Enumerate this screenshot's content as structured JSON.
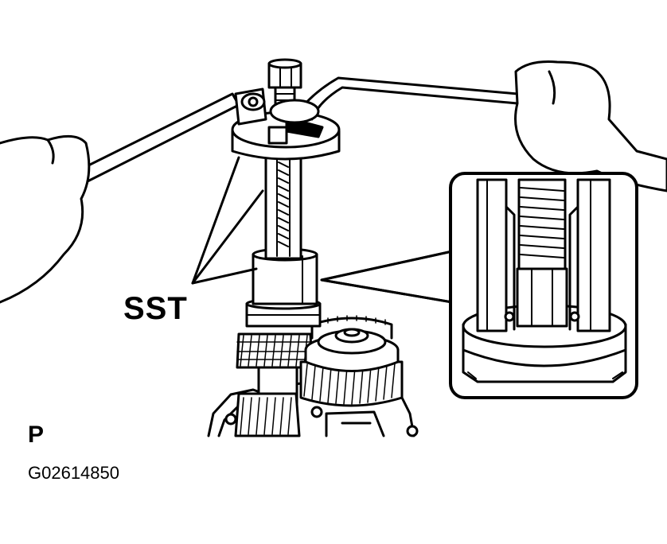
{
  "labels": {
    "sst": "SST",
    "view_marker": "P",
    "figure_code": "G02614850"
  },
  "illustration": {
    "parts": [
      "left-hand",
      "right-hand",
      "wrench",
      "bolt",
      "puller-plate",
      "threaded-rod",
      "sst-sleeve",
      "sst-collar",
      "gear-shaft",
      "output-gear",
      "transmission-case",
      "detail-inset"
    ],
    "line_color": "#000000",
    "background": "#ffffff"
  }
}
